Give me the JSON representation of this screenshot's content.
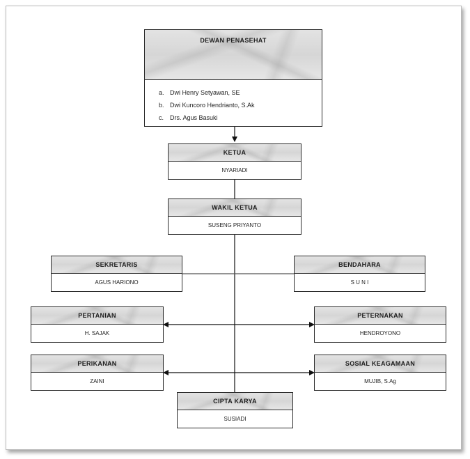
{
  "dewan": {
    "title": "DEWAN PENASEHAT",
    "members": [
      {
        "marker": "a.",
        "name": "Dwi Henry Setyawan, SE"
      },
      {
        "marker": "b.",
        "name": "Dwi Kuncoro Hendrianto, S.Ak"
      },
      {
        "marker": "c.",
        "name": "Drs. Agus Basuki"
      }
    ]
  },
  "ketua": {
    "title": "KETUA",
    "name": "NYARIADI"
  },
  "wakil": {
    "title": "WAKIL KETUA",
    "name": "SUSENG PRIYANTO"
  },
  "sekretaris": {
    "title": "SEKRETARIS",
    "name": "AGUS HARIONO"
  },
  "bendahara": {
    "title": "BENDAHARA",
    "name": "S U N I"
  },
  "pertanian": {
    "title": "PERTANIAN",
    "name": "H. SAJAK"
  },
  "peternakan": {
    "title": "PETERNAKAN",
    "name": "HENDROYONO"
  },
  "perikanan": {
    "title": "PERIKANAN",
    "name": "ZAINI"
  },
  "sosial": {
    "title": "SOSIAL KEAGAMAAN",
    "name": "MUJIB, S.Ag"
  },
  "cipta": {
    "title": "CIPTA KARYA",
    "name": "SUSIADI"
  }
}
